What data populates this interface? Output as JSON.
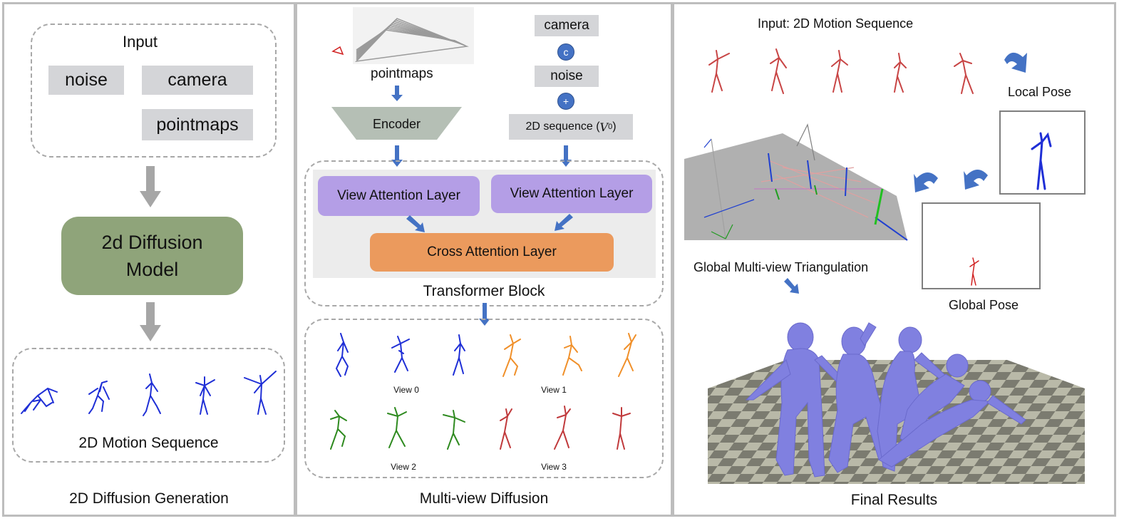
{
  "left": {
    "input_title": "Input",
    "noise": "noise",
    "camera": "camera",
    "pointmaps": "pointmaps",
    "model_line1": "2d Diffusion",
    "model_line2": "Model",
    "sequence_label": "2D Motion Sequence",
    "caption": "2D Diffusion Generation"
  },
  "middle": {
    "pointmaps_label": "pointmaps",
    "camera": "camera",
    "concat_symbol": "c",
    "noise": "noise",
    "plus_symbol": "+",
    "sequence_text": "2D sequence (",
    "sequence_var": "V",
    "sequence_sub": "0",
    "sequence_close": ")",
    "encoder": "Encoder",
    "view_attention_left": "View Attention Layer",
    "view_attention_right": "View Attention Layer",
    "cross_attention": "Cross Attention Layer",
    "transformer_block": "Transformer Block",
    "views": [
      "View 0",
      "View 1",
      "View 2",
      "View 3"
    ],
    "caption": "Multi-view Diffusion"
  },
  "right": {
    "input_title": "Input: 2D Motion Sequence",
    "local_pose": "Local Pose",
    "global_pose": "Global Pose",
    "triangulation": "Global Multi-view Triangulation",
    "caption": "Final Results"
  },
  "colors": {
    "view0": "#1f2fd6",
    "view1": "#f0902a",
    "view2": "#2e8a1f",
    "view3": "#c0393b",
    "input_seq": "#c84545",
    "arrow_gray": "#a6a6a6",
    "arrow_blue": "#4472c4",
    "body": "#8080e0"
  }
}
